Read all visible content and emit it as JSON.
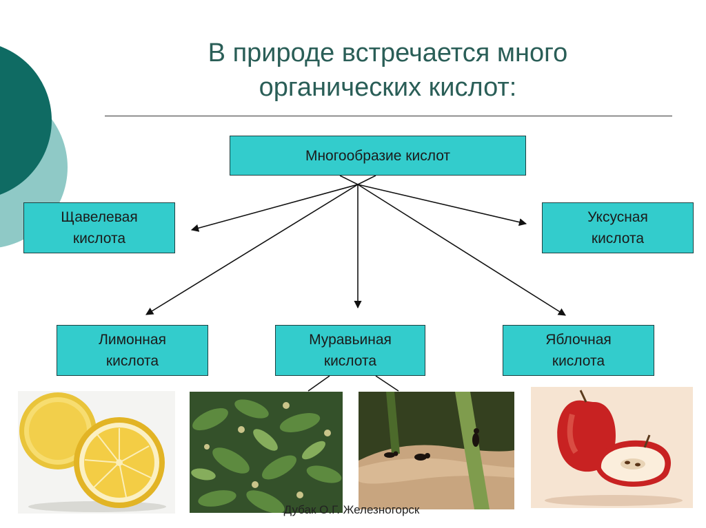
{
  "title_lines": [
    "В природе встречается много",
    "органических кислот:"
  ],
  "root": {
    "label": "Многообразие кислот"
  },
  "nodes": {
    "oxalic": "Щавелевая\nкислота",
    "acetic": "Уксусная\nкислота",
    "citric": "Лимонная\nкислота",
    "formic": "Муравьиная\nкислота",
    "malic": "Яблочная\nкислота"
  },
  "footer_caption": "Дубак О.Г. Железногорск",
  "colors": {
    "accent": "#33cccc",
    "title": "#2a5e57",
    "deco_dark": "#0f6b63",
    "deco_light": "#8fc9c6"
  },
  "images": [
    "lemon-halves",
    "nettle-plant",
    "ants-on-wood",
    "red-apple-with-half"
  ]
}
